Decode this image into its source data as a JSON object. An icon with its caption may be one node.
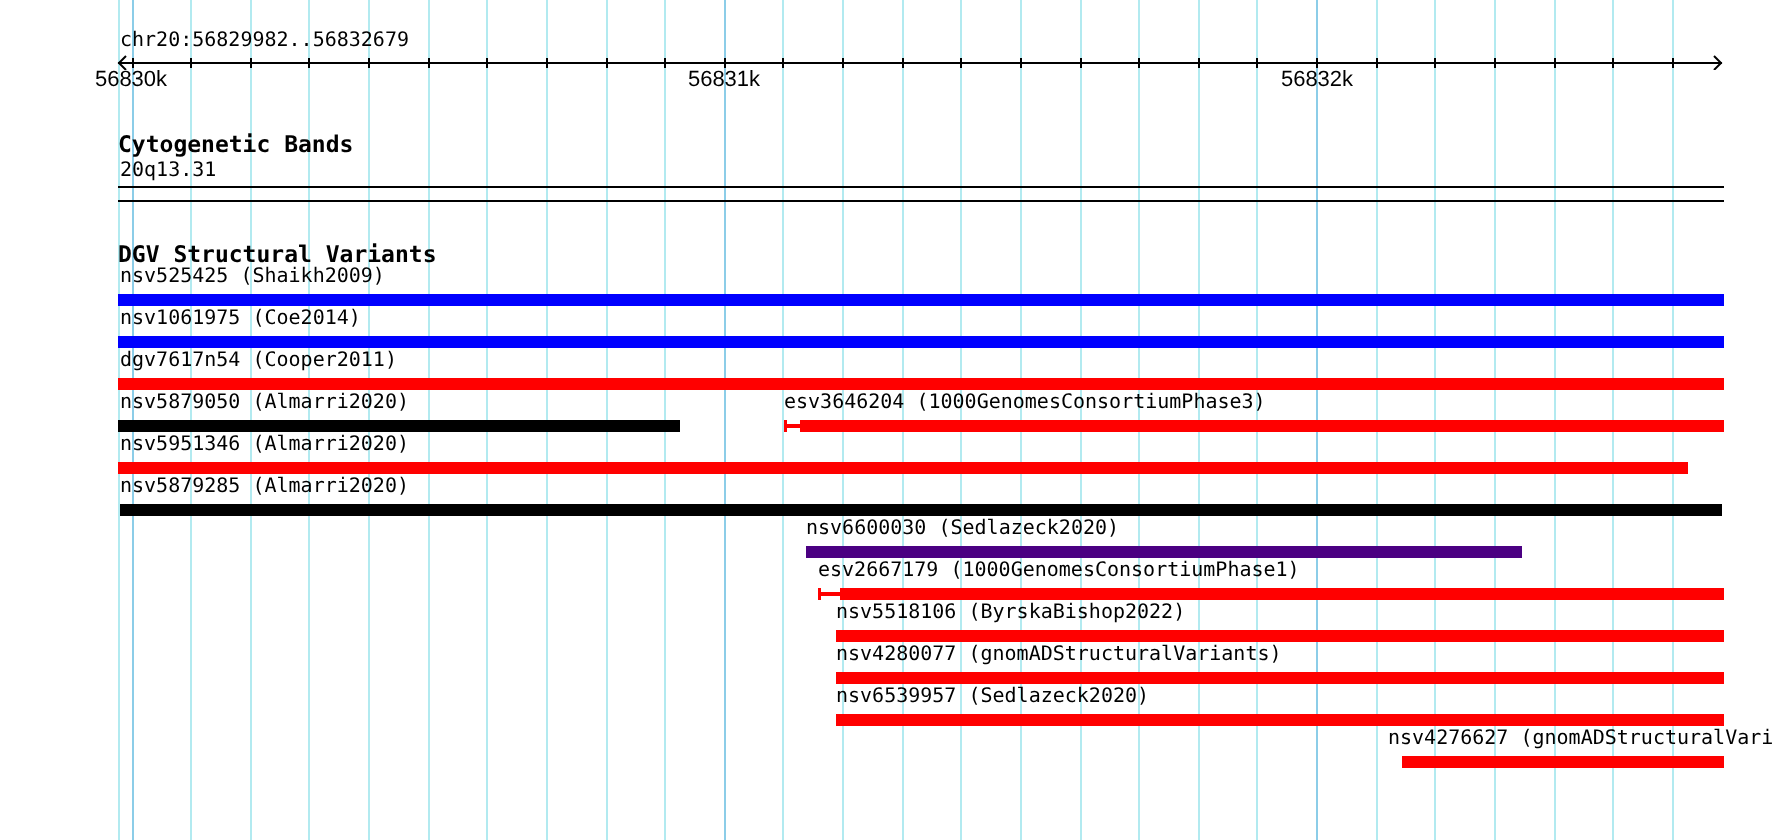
{
  "diagram": {
    "nodes": [
      {
        "text": [
          "Cytogenetic Bands"
        ]
      },
      {
        "text": [
          "20q13.31"
        ],
        "in": 0
      },
      {
        "text": [
          "DGV Structural Variants"
        ]
      },
      {
        "text": [
          "nsv525425 (Shaikh2009)"
        ],
        "in": 2
      },
      {
        "text": [
          "nsv1061975 (Coe2014)"
        ],
        "in": 2
      },
      {
        "text": [
          "dgv7617n54 (Cooper2011)"
        ],
        "in": 2
      },
      {
        "text": [
          "nsv5879050 (Almarri2020)"
        ],
        "in": 2
      },
      {
        "text": [
          "esv3646204 (1000GenomesConsortiumPhase3)"
        ],
        "in": 2
      },
      {
        "text": [
          "nsv5951346 (Almarri2020)"
        ],
        "in": 2
      },
      {
        "text": [
          "nsv5879285 (Almarri2020)"
        ],
        "in": 2
      },
      {
        "text": [
          "nsv6600030 (Sedlazeck2020)"
        ],
        "in": 2
      },
      {
        "text": [
          "esv2667179 (1000GenomesConsortiumPhase1)"
        ],
        "in": 2
      },
      {
        "text": [
          "nsv5518106 (ByrskaBishop2022)"
        ],
        "in": 2
      },
      {
        "text": [
          "nsv4280077 (gnomADStructuralVariants)"
        ],
        "in": 2
      },
      {
        "text": [
          "nsv6539957 (Sedlazeck2020)"
        ],
        "in": 2
      },
      {
        "text": [
          "nsv4276627 (gnomADStructuralVari"
        ],
        "in": 2
      }
    ],
    "labels": [
      "chr20:56829982..56832679",
      "56830k",
      "56831k",
      "56832k"
    ]
  }
}
